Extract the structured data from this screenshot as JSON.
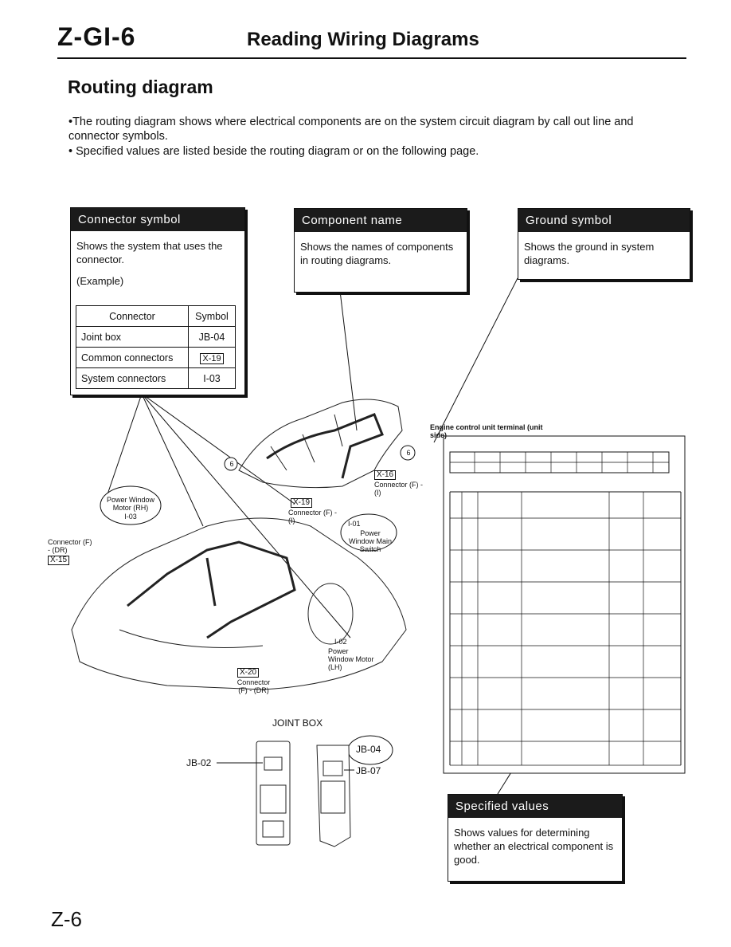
{
  "header": {
    "code": "Z-GI-6",
    "title": "Reading Wiring Diagrams"
  },
  "section_title": "Routing diagram",
  "bullets": [
    "•The routing diagram shows where electrical components are on the system circuit diagram by call out line and connector symbols.",
    "• Specified values are listed beside the routing diagram or on the following page."
  ],
  "callouts": {
    "connector_symbol": {
      "title": "Connector symbol",
      "text": "Shows the system that uses the connector.",
      "example": "(Example)",
      "table": {
        "headers": [
          "Connector",
          "Symbol"
        ],
        "rows": [
          {
            "connector": "Joint box",
            "symbol": "JB-04"
          },
          {
            "connector": "Common connectors",
            "symbol": "X-19"
          },
          {
            "connector": "System connectors",
            "symbol": "I-03"
          }
        ]
      }
    },
    "component_name": {
      "title": "Component name",
      "text": "Shows the names of components in routing diagrams."
    },
    "ground_symbol": {
      "title": "Ground symbol",
      "text": "Shows the ground in system diagrams."
    },
    "specified_values": {
      "title": "Specified values",
      "text": "Shows values for determining whether an electrical component is good."
    }
  },
  "diagram_labels": {
    "ecu_table_title": "Engine control unit terminal (unit side)",
    "x16": "X-16",
    "x16_conn": "Connector (F) - (I)",
    "x19": "X-19",
    "x19_conn": "Connector (F) - (I)",
    "pw_motor_rh": "Power Window Motor (RH)",
    "pw_motor_rh_code": "I-03",
    "i01": "I-01",
    "pw_main_switch": "Power Window Main Switch",
    "conn_fdr": "Connector (F) - (DR)",
    "x15": "X-15",
    "i02": "I-02",
    "pw_motor_lh": "Power Window Motor (LH)",
    "x20": "X-20",
    "x20_conn": "Connector (F) - (DR)",
    "ground_6": "6",
    "joint_box": "JOINT BOX",
    "jb02": "JB-02",
    "jb04": "JB-04",
    "jb07": "JB-07"
  },
  "page_number": "Z-6"
}
